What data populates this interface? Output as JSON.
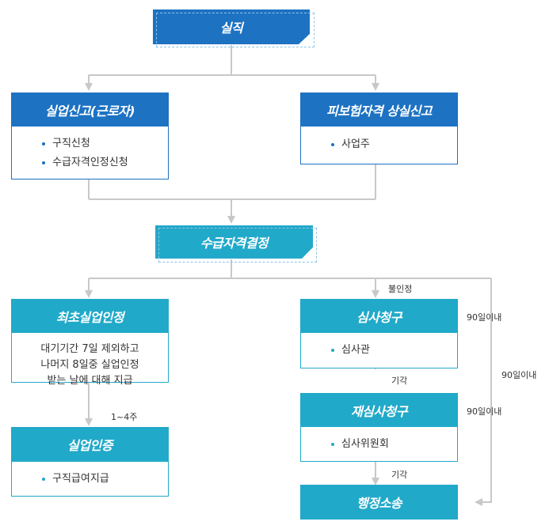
{
  "nodes": {
    "unemployment": {
      "title": "실직"
    },
    "report_worker": {
      "title": "실업신고(근로자)",
      "items": [
        "구직신청",
        "수급자격인정신청"
      ]
    },
    "report_insured": {
      "title": "피보험자격 상실신고",
      "items": [
        "사업주"
      ]
    },
    "eligibility": {
      "title": "수급자격결정"
    },
    "first_recognition": {
      "title": "최초실업인정",
      "lines": [
        "대기기간 7일 제외하고",
        "나머지 8일중 실업인정",
        "받는 날에 대해 지급"
      ]
    },
    "certification": {
      "title": "실업인증",
      "items": [
        "구직급여지급"
      ]
    },
    "review": {
      "title": "심사청구",
      "items": [
        "심사관"
      ]
    },
    "rereview": {
      "title": "재심사청구",
      "items": [
        "심사위원회"
      ]
    },
    "litigation": {
      "title": "행정소송"
    }
  },
  "edge_labels": {
    "rejected": "불인정",
    "weeks": "1~4주",
    "dismissed_1": "기각",
    "dismissed_2": "기각",
    "within_90_review": "90일이내",
    "within_90_rereview": "90일이내",
    "within_90_litigation": "90일이내"
  },
  "colors": {
    "dark": "#1d72c2",
    "teal": "#21a9c9",
    "connector": "#c8c8c8"
  }
}
